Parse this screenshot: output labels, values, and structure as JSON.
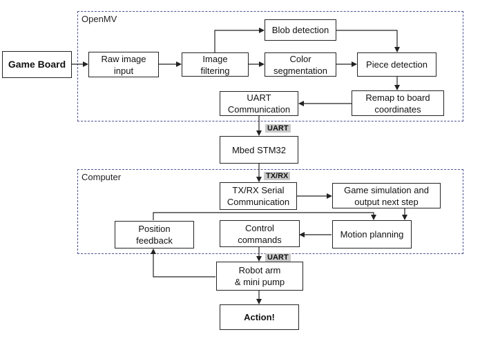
{
  "groups": {
    "openmv": "OpenMV",
    "computer": "Computer"
  },
  "nodes": {
    "game_board": "Game Board",
    "raw_image": "Raw image\ninput",
    "image_filtering": "Image\nfiltering",
    "blob_detection": "Blob detection",
    "color_segmentation": "Color\nsegmentation",
    "piece_detection": "Piece detection",
    "remap": "Remap to board\ncoordinates",
    "uart_comm": "UART\nCommunication",
    "mbed": "Mbed STM32",
    "txrx_serial": "TX/RX Serial\nCommunication",
    "game_sim": "Game simulation and\noutput next step",
    "motion_planning": "Motion planning",
    "control_commands": "Control\ncommands",
    "position_feedback": "Position\nfeedback",
    "robot_arm": "Robot arm\n& mini pump",
    "action": "Action!"
  },
  "links": {
    "uart_1": "UART",
    "txrx": "TX/RX",
    "uart_2": "UART"
  }
}
